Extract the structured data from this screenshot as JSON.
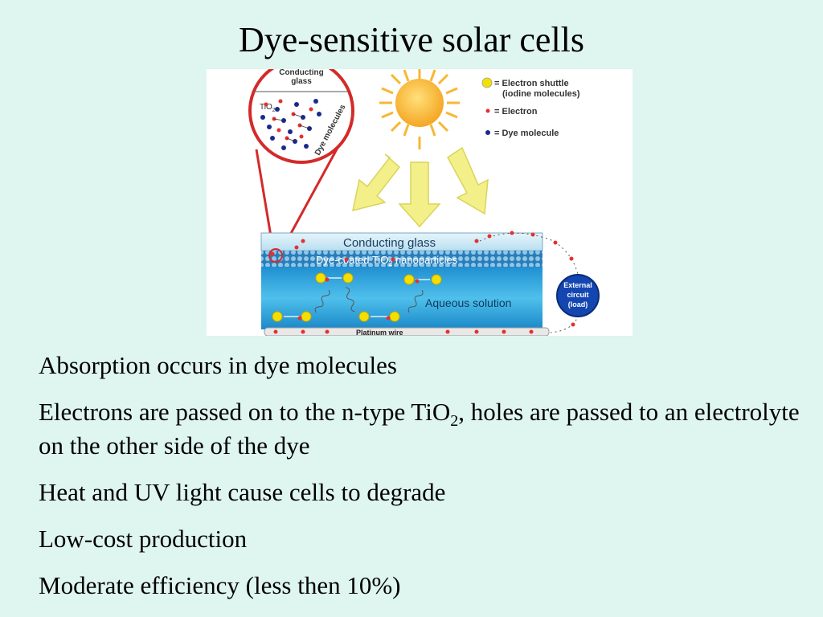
{
  "slide": {
    "title": "Dye-sensitive solar cells"
  },
  "diagram": {
    "zoom_labels": {
      "conducting_glass_line1": "Conducting",
      "conducting_glass_line2": "glass",
      "tio2_base": "TiO",
      "tio2_sub": "2",
      "dye_molecules": "Dye molecules"
    },
    "legend": {
      "electron_shuttle_line1": "= Electron shuttle",
      "electron_shuttle_line2": "(iodine molecules)",
      "electron": "= Electron",
      "dye_molecule": "= Dye molecule"
    },
    "cell_labels": {
      "conducting_glass": "Conducting glass",
      "dye_coated_prefix": "Dye-coated TiO",
      "dye_coated_sub": "2",
      "dye_coated_suffix": " nanoparticles",
      "aqueous_solution": "Aqueous solution",
      "platinum_wire": "Platinum wire"
    },
    "circuit": {
      "line1": "External",
      "line2": "circuit",
      "line3": "(load)"
    },
    "colors": {
      "sun": "#f7b733",
      "arrow": "#f3f08a",
      "electron": "#e53030",
      "dye": "#1a2a8a",
      "shuttle": "#f4e000",
      "glass": "#cfe9f5",
      "solution": "#2aa6e0",
      "circuit": "#1346b0",
      "zoom_ring": "#d42a2a"
    }
  },
  "bullets": {
    "b1": "Absorption occurs in dye molecules",
    "b2_part1": "Electrons are passed on to the n-type TiO",
    "b2_sub": "2",
    "b2_part2": ", holes are passed to an electrolyte on the other side of the dye",
    "b3": "Heat and UV light cause cells to degrade",
    "b4": "Low-cost production",
    "b5": "Moderate efficiency (less then 10%)"
  }
}
